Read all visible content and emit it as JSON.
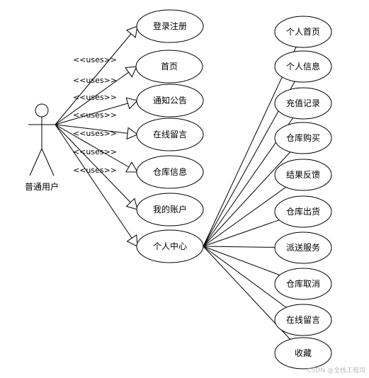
{
  "actor": {
    "label": "普通用户"
  },
  "relation_label": "<<uses>>",
  "main_use_cases": [
    {
      "id": "login",
      "label": "登录注册"
    },
    {
      "id": "home",
      "label": "首页"
    },
    {
      "id": "notice",
      "label": "通知公告"
    },
    {
      "id": "message",
      "label": "在线留言"
    },
    {
      "id": "warehouse-info",
      "label": "仓库信息"
    },
    {
      "id": "account",
      "label": "我的账户"
    },
    {
      "id": "personal-center",
      "label": "个人中心"
    }
  ],
  "sub_use_cases": [
    {
      "id": "personal-home",
      "label": "个人首页"
    },
    {
      "id": "personal-info",
      "label": "个人信息"
    },
    {
      "id": "recharge",
      "label": "充值记录"
    },
    {
      "id": "warehouse-buy",
      "label": "仓库购买"
    },
    {
      "id": "feedback",
      "label": "结果反馈"
    },
    {
      "id": "warehouse-out",
      "label": "仓库出货"
    },
    {
      "id": "delivery",
      "label": "派送服务"
    },
    {
      "id": "warehouse-cancel",
      "label": "仓库取消"
    },
    {
      "id": "sub-message",
      "label": "在线留言"
    },
    {
      "id": "favorites",
      "label": "收藏"
    }
  ],
  "watermark": "CSDN @全栈工程司"
}
